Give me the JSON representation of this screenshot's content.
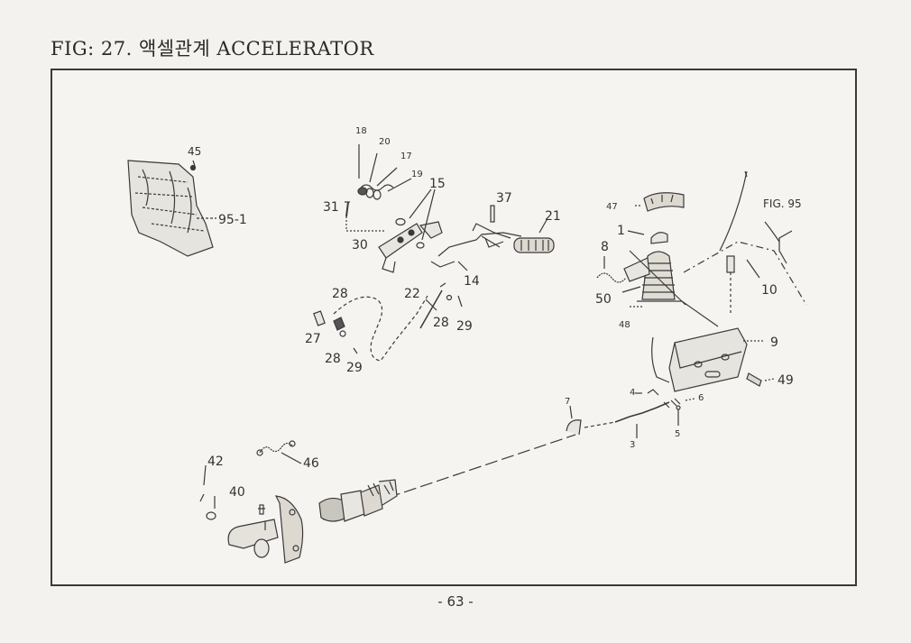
{
  "header": {
    "title": "FIG: 27. 액셀관계 ACCELERATOR"
  },
  "diagram": {
    "callouts": {
      "c45": "45",
      "c95_1": "95-1",
      "c18": "18",
      "c20": "20",
      "c17": "17",
      "c19": "19",
      "c15": "15",
      "c31": "31",
      "c30": "30",
      "c37": "37",
      "c21": "21",
      "c14": "14",
      "c28a": "28",
      "c27": "27",
      "c28b": "28",
      "c29a": "29",
      "c22": "22",
      "c28c": "28",
      "c29b": "29",
      "c47": "47",
      "c1": "1",
      "c8": "8",
      "c50": "50",
      "c48": "48",
      "cfig95": "FIG. 95",
      "c10": "10",
      "c9": "9",
      "c49": "49",
      "c4": "4",
      "c6": "6",
      "c5": "5",
      "c7": "7",
      "c3": "3",
      "c42": "42",
      "c40": "40",
      "c46": "46"
    }
  },
  "footer": {
    "page": "- 63 -"
  }
}
